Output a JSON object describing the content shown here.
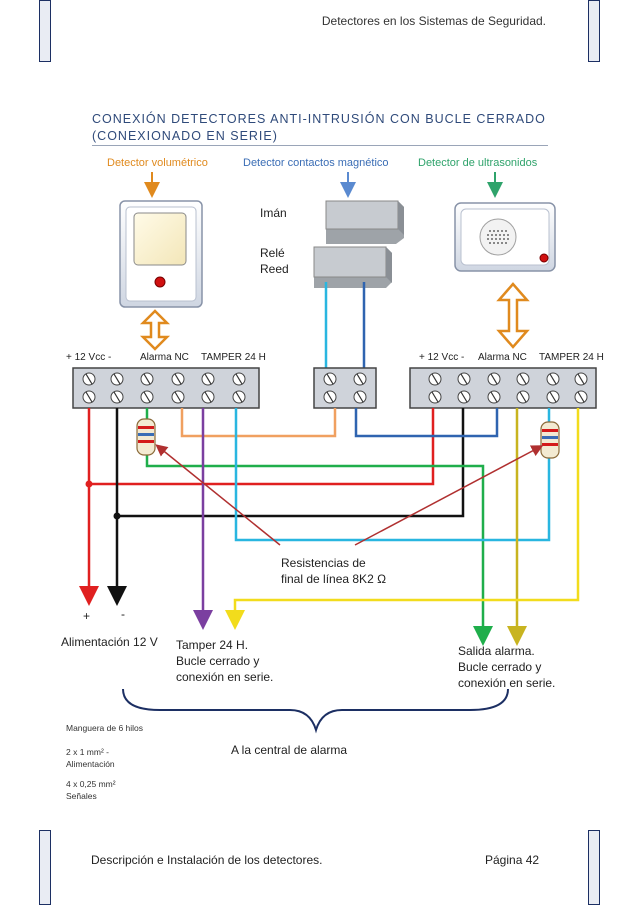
{
  "header": {
    "text": "Detectores en los Sistemas de Seguridad."
  },
  "title": "CONEXIÓN DETECTORES ANTI-INTRUSIÓN CON BUCLE CERRADO (CONEXIONADO EN SERIE)",
  "detectors": {
    "volumetric": "Detector volumétrico",
    "magnetic": "Detector contactos magnético",
    "ultrasonic": "Detector de ultrasonidos"
  },
  "magnet_labels": {
    "iman": "Imán",
    "rele": "Relé",
    "reed": "Reed"
  },
  "terminal_labels": {
    "left": {
      "power": "+ 12 Vcc -",
      "alarm": "Alarma NC",
      "tamper": "TAMPER 24 H"
    },
    "right": {
      "power": "+ 12 Vcc -",
      "alarm": "Alarma NC",
      "tamper": "TAMPER 24 H"
    }
  },
  "resistor_note": {
    "line1": "Resistencias  de",
    "line2": "final de línea 8K2 Ω"
  },
  "power": {
    "plus": "+",
    "minus": "-",
    "label": "Alimentación 12 V"
  },
  "tamper_note": {
    "line1": "Tamper 24 H.",
    "line2": "Bucle cerrado y",
    "line3": "conexión en serie."
  },
  "alarm_note": {
    "line1": "Salida alarma.",
    "line2": "Bucle cerrado y",
    "line3": "conexión en serie."
  },
  "hose": {
    "line1": "Manguera de 6 hilos",
    "line2": "2 x 1 mm² -",
    "line3": "Alimentación",
    "line4": "4 x 0,25 mm²",
    "line5": "Señales"
  },
  "central": "A la central de alarma",
  "footer": {
    "left": "Descripción e Instalación de los detectores.",
    "right": "Página 42"
  },
  "colors": {
    "red": "#e02020",
    "black": "#111111",
    "green": "#1fae4b",
    "purple": "#7b3fa0",
    "orange": "#f0a060",
    "cyan": "#29b6e0",
    "blue": "#2f64b0",
    "yellow": "#f2dc1c",
    "olive": "#c8b420"
  }
}
